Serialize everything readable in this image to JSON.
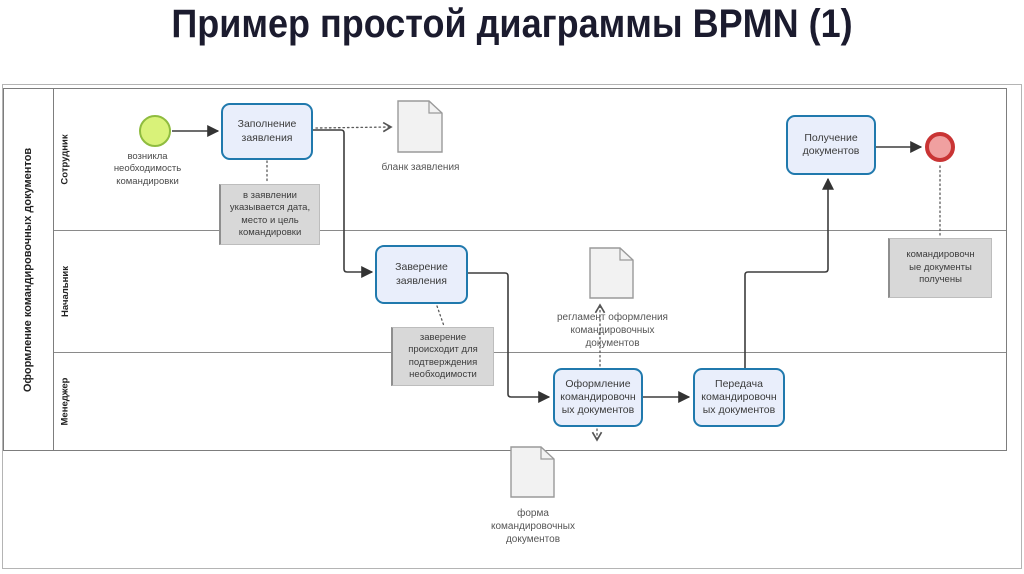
{
  "title": "Пример простой диаграммы BPMN (1)",
  "pool": {
    "label": "Оформление командировочных документов",
    "lanes": [
      {
        "label": "Сотрудник"
      },
      {
        "label": "Начальник"
      },
      {
        "label": "Менеджер"
      }
    ]
  },
  "nodes": {
    "start_event": {
      "type": "start-event",
      "label": "возникла\nнеобходимость\nкомандировки"
    },
    "task_fill": {
      "type": "task",
      "label": "Заполнение\nзаявления"
    },
    "task_approve": {
      "type": "task",
      "label": "Заверение\nзаявления"
    },
    "task_prepare": {
      "type": "task",
      "label": "Оформление\nкомандировочн\nых документов"
    },
    "task_transfer": {
      "type": "task",
      "label": "Передача\nкомандировочн\nых документов"
    },
    "task_receive": {
      "type": "task",
      "label": "Получение\nдокументов"
    },
    "end_event": {
      "type": "end-event",
      "label": ""
    },
    "doc_blank": {
      "type": "data-object",
      "label": "бланк заявления"
    },
    "doc_reglament": {
      "type": "data-object",
      "label": "регламент оформления\nкомандировочных\nдокументов"
    },
    "doc_form": {
      "type": "data-object",
      "label": "форма\nкомандировочных\nдокументов"
    }
  },
  "annotations": {
    "ann_fill": {
      "label": "в заявлении\nуказывается дата,\nместо и цель\nкомандировки"
    },
    "ann_approve": {
      "label": "заверение\nпроисходит для\nподтверждения\nнеобходимости"
    },
    "ann_received": {
      "label": "командировочн\nые документы\nполучены"
    }
  },
  "colors": {
    "title": "#1b1b2e",
    "task_border": "#2079ad",
    "task_fill": "#e9eefb",
    "start_border": "#8fbc3f",
    "start_fill": "#d9f279",
    "end_border": "#c93434",
    "end_fill": "#f0a0a0",
    "annotation_fill": "#d8d8d8",
    "doc_fill": "#f2f2f2",
    "line": "#3d3d3d"
  }
}
